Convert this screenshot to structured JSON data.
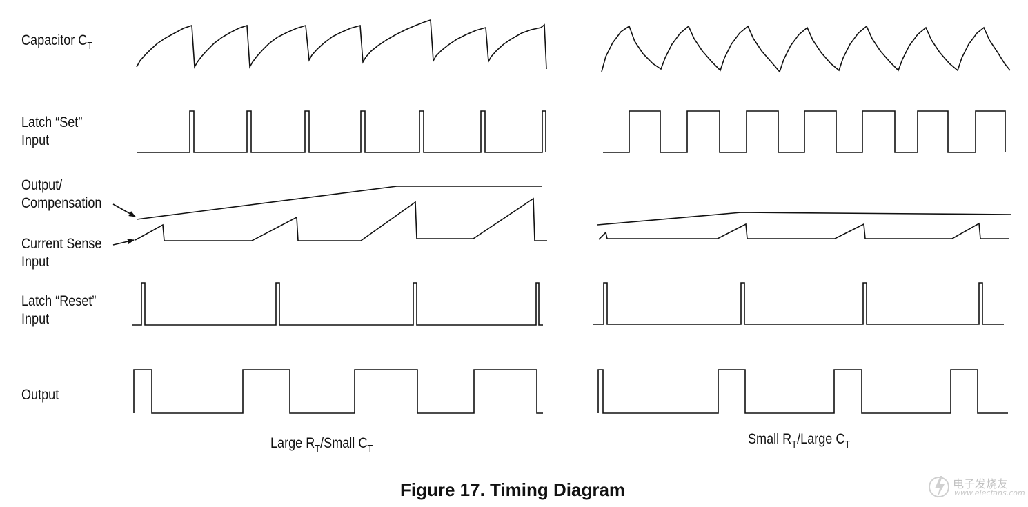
{
  "labels": {
    "capacitor": "Capacitor C",
    "capacitor_sub": "T",
    "latch_set_1": "Latch “Set”",
    "latch_set_2": "Input",
    "output_comp_1": "Output/",
    "output_comp_2": "Compensation",
    "current_sense_1": "Current Sense",
    "current_sense_2": "Input",
    "latch_reset_1": "Latch “Reset”",
    "latch_reset_2": "Input",
    "output": "Output"
  },
  "captions": {
    "left": {
      "p1": "Large R",
      "s1": "T",
      "p2": "/Small C",
      "s2": "T"
    },
    "right": {
      "p1": "Small R",
      "s1": "T",
      "p2": "/Large C",
      "s2": "T"
    }
  },
  "figure_title": "Figure 17. Timing Diagram",
  "watermark": {
    "text": "电子发烧友",
    "url": "www.elecfans.com"
  }
}
